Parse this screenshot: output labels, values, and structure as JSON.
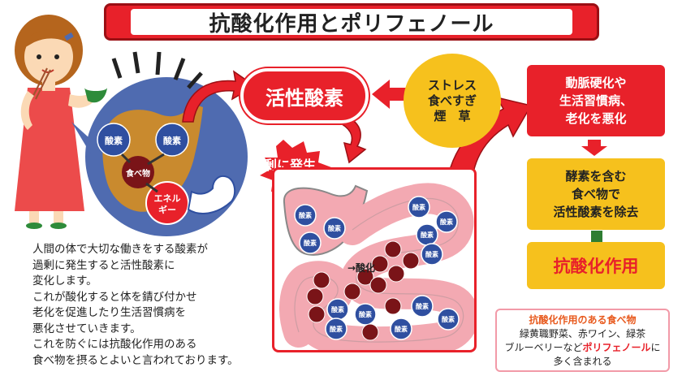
{
  "title": "抗酸化作用とポリフェノール",
  "body_circle": {
    "oxygen_left": "酸素",
    "oxygen_right": "酸素",
    "food": "食べ物",
    "energy_line1": "エネル",
    "energy_line2": "ギー"
  },
  "kassei_sanso": "活性酸素",
  "kajou": "過剰に発生",
  "stress": [
    "ストレス",
    "食べすぎ",
    "煙　草"
  ],
  "red_box": [
    "動脈硬化や",
    "生活習慣病、",
    "老化を悪化"
  ],
  "yellow_box": [
    "酵素を含む",
    "食べ物で",
    "活性酸素を除去"
  ],
  "kousanka": "抗酸化作用",
  "food_box": {
    "title": "抗酸化作用のある食べ物",
    "line1": "緑黄職野菜、赤ワイン、緑茶",
    "line2_pre": "ブルーベリーなど",
    "line2_hl": "ポリフェノール",
    "line2_post": "に",
    "line3": "多く含まれる"
  },
  "description": [
    "人間の体で大切な働きをする酸素が",
    "過剰に発生すると活性酸素に",
    "変化します。",
    "これが酸化すると体を錆び付かせ",
    "老化を促進したり生活習慣病を",
    "悪化させていきます。",
    "これを防ぐには抗酸化作用のある",
    "食べ物を摂るとよいと言われております。"
  ],
  "intestine": {
    "oxygen_label": "酸素",
    "oxidation_label": "→酸化"
  },
  "colors": {
    "red": "#e8212a",
    "yellow": "#f6c11d",
    "blue": "#4f6bb0",
    "pink": "#f3a9b2",
    "dark_red": "#7a1418"
  }
}
